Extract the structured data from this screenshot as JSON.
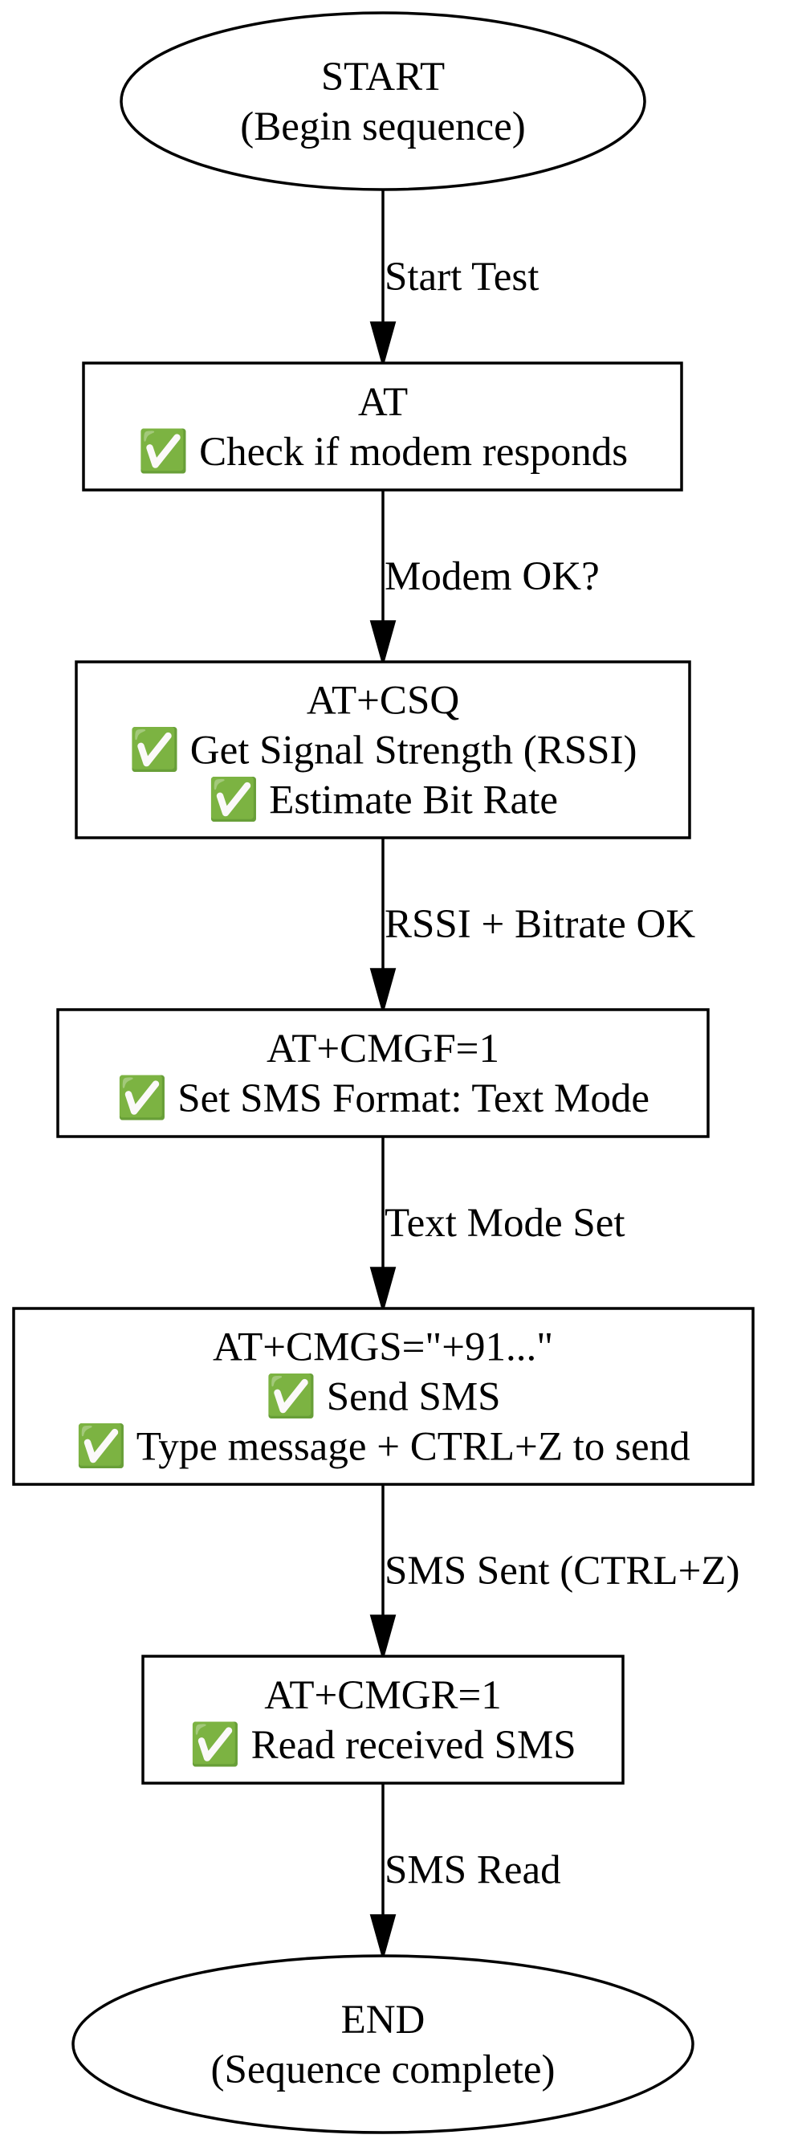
{
  "diagram": {
    "nodes": [
      {
        "id": "start",
        "shape": "ellipse",
        "lines": [
          "START",
          "(Begin sequence)"
        ]
      },
      {
        "id": "at",
        "shape": "box",
        "lines": [
          "AT",
          "✅ Check if modem responds"
        ]
      },
      {
        "id": "csq",
        "shape": "box",
        "lines": [
          "AT+CSQ",
          "✅ Get Signal Strength (RSSI)",
          "✅ Estimate Bit Rate"
        ]
      },
      {
        "id": "cmgf",
        "shape": "box",
        "lines": [
          "AT+CMGF=1",
          "✅ Set SMS Format: Text Mode"
        ]
      },
      {
        "id": "cmgs",
        "shape": "box",
        "lines": [
          "AT+CMGS=\"+91...\"",
          "✅ Send SMS",
          "✅ Type message + CTRL+Z to send"
        ]
      },
      {
        "id": "cmgr",
        "shape": "box",
        "lines": [
          "AT+CMGR=1",
          "✅ Read received SMS"
        ]
      },
      {
        "id": "end",
        "shape": "ellipse",
        "lines": [
          "END",
          "(Sequence complete)"
        ]
      }
    ],
    "edges": [
      {
        "from": "start",
        "to": "at",
        "label": "Start Test"
      },
      {
        "from": "at",
        "to": "csq",
        "label": "Modem OK?"
      },
      {
        "from": "csq",
        "to": "cmgf",
        "label": "RSSI + Bitrate OK"
      },
      {
        "from": "cmgf",
        "to": "cmgs",
        "label": "Text Mode Set"
      },
      {
        "from": "cmgs",
        "to": "cmgr",
        "label": "SMS Sent (CTRL+Z)"
      },
      {
        "from": "cmgr",
        "to": "end",
        "label": "SMS Read"
      }
    ]
  }
}
